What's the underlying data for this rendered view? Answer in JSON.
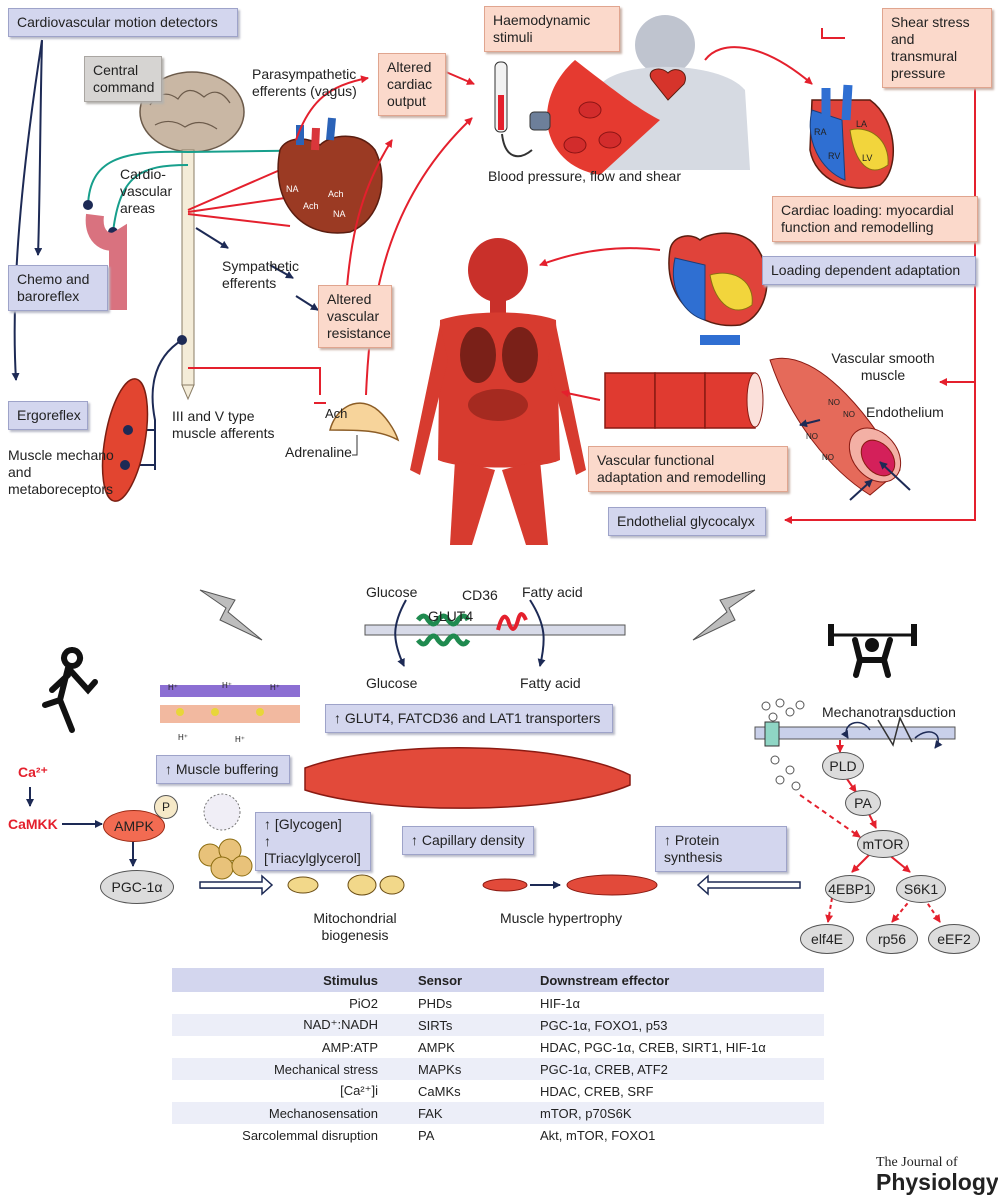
{
  "top": {
    "cardio_motion_detectors": "Cardiovascular motion detectors",
    "central_command": "Central command",
    "parasympathetic": "Parasympathetic efferents (vagus)",
    "cardio_areas": "Cardio- vascular areas",
    "sympathetic": "Sympathetic efferents",
    "chemo_baroreflex": "Chemo and baroreflex",
    "ergoreflex": "Ergoreflex",
    "muscle_afferents": "III and V type muscle afferents",
    "mechano_receptors": "Muscle mechano and metaboreceptors",
    "adrenaline": "Adrenaline",
    "ach_gland": "Ach",
    "heart_na1": "NA",
    "heart_ach1": "Ach",
    "heart_ach2": "Ach",
    "heart_na2": "NA",
    "altered_output": "Altered cardiac output",
    "altered_resistance": "Altered vascular resistance",
    "haemodynamic": "Haemodynamic stimuli",
    "bp_flow_shear": "Blood pressure, flow and shear",
    "shear_stress": "Shear stress and transmural pressure",
    "ra": "RA",
    "la": "LA",
    "rv": "RV",
    "lv": "LV",
    "cardiac_loading": "Cardiac loading: myocardial function and remodelling",
    "loading_adaptation": "Loading dependent adaptation",
    "vsm": "Vascular smooth muscle",
    "endothelium": "Endothelium",
    "no1": "NO",
    "no2": "NO",
    "no3": "NO",
    "no4": "NO",
    "vascular_adaptation": "Vascular functional adaptation and remodelling",
    "glycocalyx": "Endothelial glycocalyx"
  },
  "bottom": {
    "glucose_top": "Glucose",
    "cd36": "CD36",
    "fatty_acid_top": "Fatty acid",
    "glut4": "GLUT4",
    "glucose_bottom": "Glucose",
    "fatty_acid_bottom": "Fatty acid",
    "transporters": "↑ GLUT4, FATCD36 and LAT1 transporters",
    "muscle_buffering": "↑ Muscle buffering",
    "glycogen": "↑ [Glycogen]",
    "triacylglycerol": "↑ [Triacylglycerol]",
    "capillary_density": "↑ Capillary density",
    "protein_synthesis": "↑ Protein synthesis",
    "ca": "Ca²⁺",
    "camkk": "CaMKK",
    "ampk": "AMPK",
    "p": "P",
    "pgc": "PGC-1α",
    "mito": "Mitochondrial biogenesis",
    "hypertrophy": "Muscle hypertrophy",
    "mechanotransduction": "Mechanotransduction",
    "pld": "PLD",
    "pa": "PA",
    "mtor": "mTOR",
    "ebp1": "4EBP1",
    "s6k1": "S6K1",
    "elf4e": "elf4E",
    "rp56": "rp56",
    "eef2": "eEF2",
    "h": "H⁺"
  },
  "table": {
    "headers": [
      "Stimulus",
      "Sensor",
      "Downstream effector"
    ],
    "rows": [
      [
        "PiO2",
        "PHDs",
        "HIF-1α"
      ],
      [
        "NAD⁺:NADH",
        "SIRTs",
        "PGC-1α, FOXO1, p53"
      ],
      [
        "AMP:ATP",
        "AMPK",
        "HDAC, PGC-1α, CREB, SIRT1, HIF-1α"
      ],
      [
        "Mechanical stress",
        "MAPKs",
        "PGC-1α, CREB, ATF2"
      ],
      [
        "[Ca²⁺]i",
        "CaMKs",
        "HDAC, CREB, SRF"
      ],
      [
        "Mechanosensation",
        "FAK",
        "mTOR, p70S6K"
      ],
      [
        "Sarcolemmal disruption",
        "PA",
        "Akt, mTOR, FOXO1"
      ]
    ]
  },
  "brand": {
    "line1": "The Journal of",
    "line2": "Physiology"
  },
  "colors": {
    "red": "#e4202d",
    "navy": "#1d2a55",
    "blue_box": "#d3d6ee",
    "pink_box": "#fbd9cb",
    "gray_box": "#d6d4d2"
  }
}
